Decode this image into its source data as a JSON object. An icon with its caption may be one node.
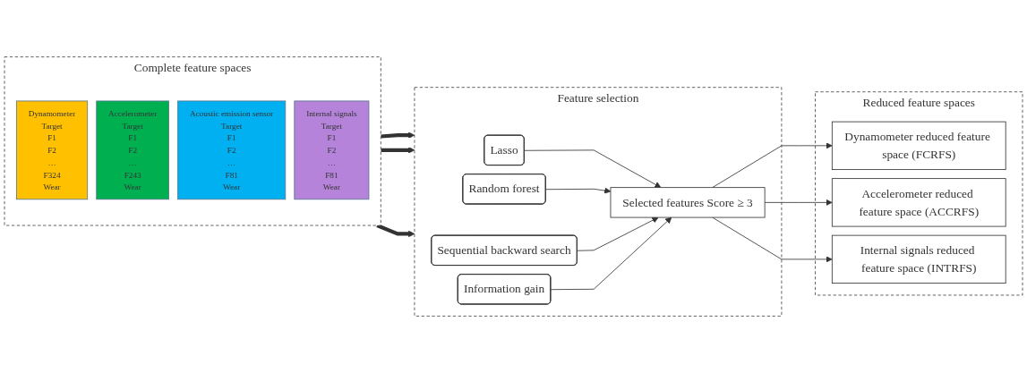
{
  "diagram": {
    "nodes": [
      {
        "text": [
          "Complete feature spaces"
        ]
      },
      {
        "text": [
          "Dynamometer",
          "Target",
          "F1",
          "F2",
          "…",
          "F324",
          "Wear"
        ],
        "in": 0
      },
      {
        "text": [
          "Accelerometer",
          "Target",
          "F1",
          "F2",
          "…",
          "F243",
          "Wear"
        ],
        "in": 0
      },
      {
        "text": [
          "Acoustic emission sensor",
          "Target",
          "F1",
          "F2",
          "…",
          "F81",
          "Wear"
        ],
        "in": 0
      },
      {
        "text": [
          "Internal signals",
          "Target",
          "F1",
          "F2",
          "…",
          "F81",
          "Wear"
        ],
        "in": 0
      },
      {
        "text": [
          "Feature selection"
        ]
      },
      {
        "text": [
          "Lasso"
        ],
        "in": 5
      },
      {
        "text": [
          "Random forest"
        ],
        "in": 5
      },
      {
        "text": [
          "Sequential backward search"
        ],
        "in": 5
      },
      {
        "text": [
          "Information gain"
        ],
        "in": 5
      },
      {
        "text": [
          "Selected features Score ≥ 3"
        ],
        "in": 5
      },
      {
        "text": [
          "Reduced feature spaces"
        ]
      },
      {
        "text": [
          "Dynamometer reduced feature space (FCRFS)"
        ],
        "in": 11
      },
      {
        "text": [
          "Accelerometer reduced feature space (ACCRFS)"
        ],
        "in": 11
      },
      {
        "text": [
          "Internal signals reduced feature space (INTRFS)"
        ],
        "in": 11
      }
    ],
    "edges": [
      {
        "from": 0,
        "to": 5,
        "arrow": "to",
        "style": "thick"
      },
      {
        "from": 0,
        "to": 5,
        "arrow": "to",
        "style": "thick"
      },
      {
        "from": 0,
        "to": 5,
        "arrow": "to",
        "style": "thick"
      },
      {
        "from": 6,
        "to": 10,
        "arrow": "to"
      },
      {
        "from": 7,
        "to": 10,
        "arrow": "to"
      },
      {
        "from": 8,
        "to": 10,
        "arrow": "to"
      },
      {
        "from": 9,
        "to": 10,
        "arrow": "to"
      },
      {
        "from": 10,
        "to": 12,
        "arrow": "to"
      },
      {
        "from": 10,
        "to": 13,
        "arrow": "to"
      },
      {
        "from": 10,
        "to": 14,
        "arrow": "to"
      }
    ]
  }
}
